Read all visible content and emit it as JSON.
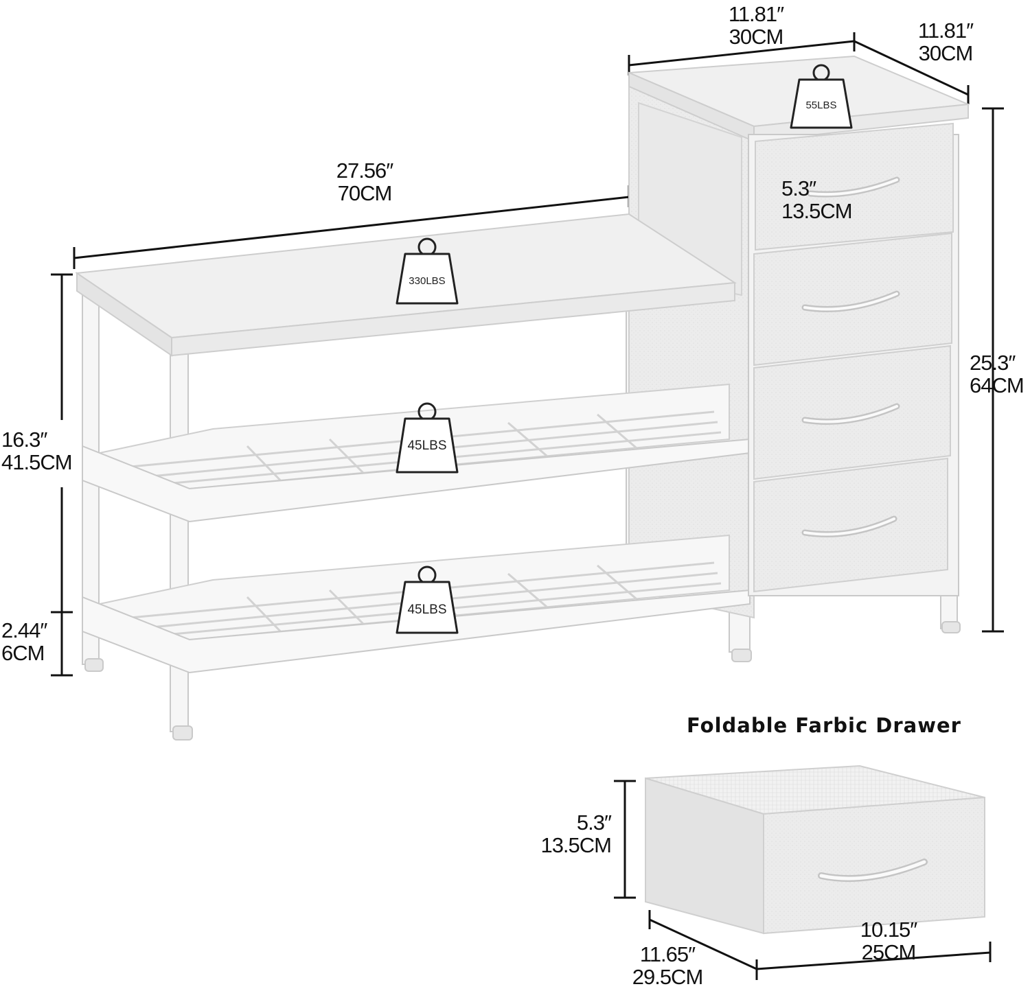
{
  "heading": "Foldable Farbic Drawer",
  "dimensions": {
    "cabinet_width": {
      "in": "11.81″",
      "cm": "30CM"
    },
    "cabinet_depth": {
      "in": "11.81″",
      "cm": "30CM"
    },
    "bench_width": {
      "in": "27.56″",
      "cm": "70CM"
    },
    "drawer_height": {
      "in": "5.3″",
      "cm": "13.5CM"
    },
    "total_height": {
      "in": "25.3″",
      "cm": "64CM"
    },
    "bench_height": {
      "in": "16.3″",
      "cm": "41.5CM"
    },
    "leg_height": {
      "in": "2.44″",
      "cm": "6CM"
    },
    "loose_drawer_height": {
      "in": "5.3″",
      "cm": "13.5CM"
    },
    "loose_drawer_depth": {
      "in": "11.65″",
      "cm": "29.5CM"
    },
    "loose_drawer_width": {
      "in": "10.15″",
      "cm": "25CM"
    }
  },
  "weights": {
    "cabinet_top": "55LBS",
    "bench_top": "330LBS",
    "middle_shelf": "45LBS",
    "bottom_shelf": "45LBS"
  }
}
